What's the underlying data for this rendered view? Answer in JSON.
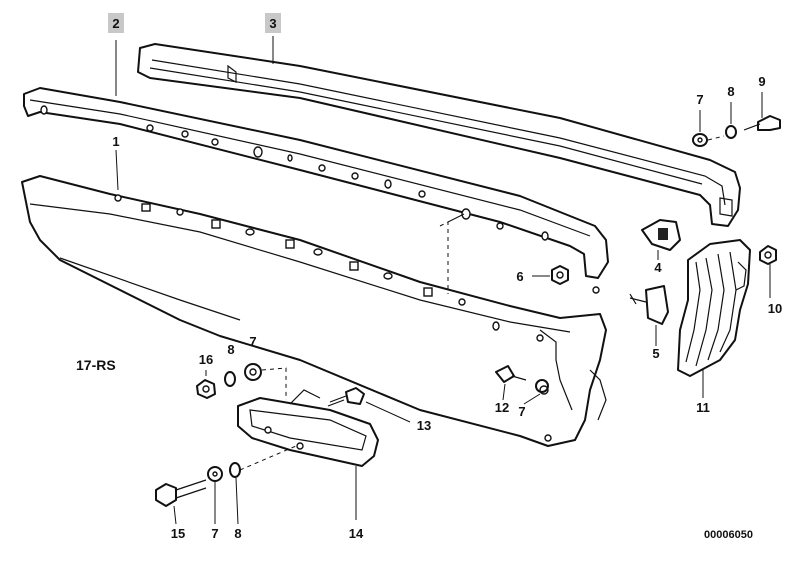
{
  "group_label": "17-RS",
  "document_number": "00006050",
  "callouts": {
    "c1": "1",
    "c2": "2",
    "c3": "3",
    "c4": "4",
    "c5": "5",
    "c6": "6",
    "c7a": "7",
    "c7b": "7",
    "c7c": "7",
    "c7d": "7",
    "c8a": "8",
    "c8b": "8",
    "c8c": "8",
    "c9": "9",
    "c10": "10",
    "c11": "11",
    "c12": "12",
    "c13": "13",
    "c14": "14",
    "c15": "15",
    "c16": "16"
  },
  "highlighted_callouts": [
    "2",
    "3"
  ],
  "colors": {
    "line": "#111111",
    "highlight_box": "#c8c8c8",
    "background": "#ffffff"
  }
}
